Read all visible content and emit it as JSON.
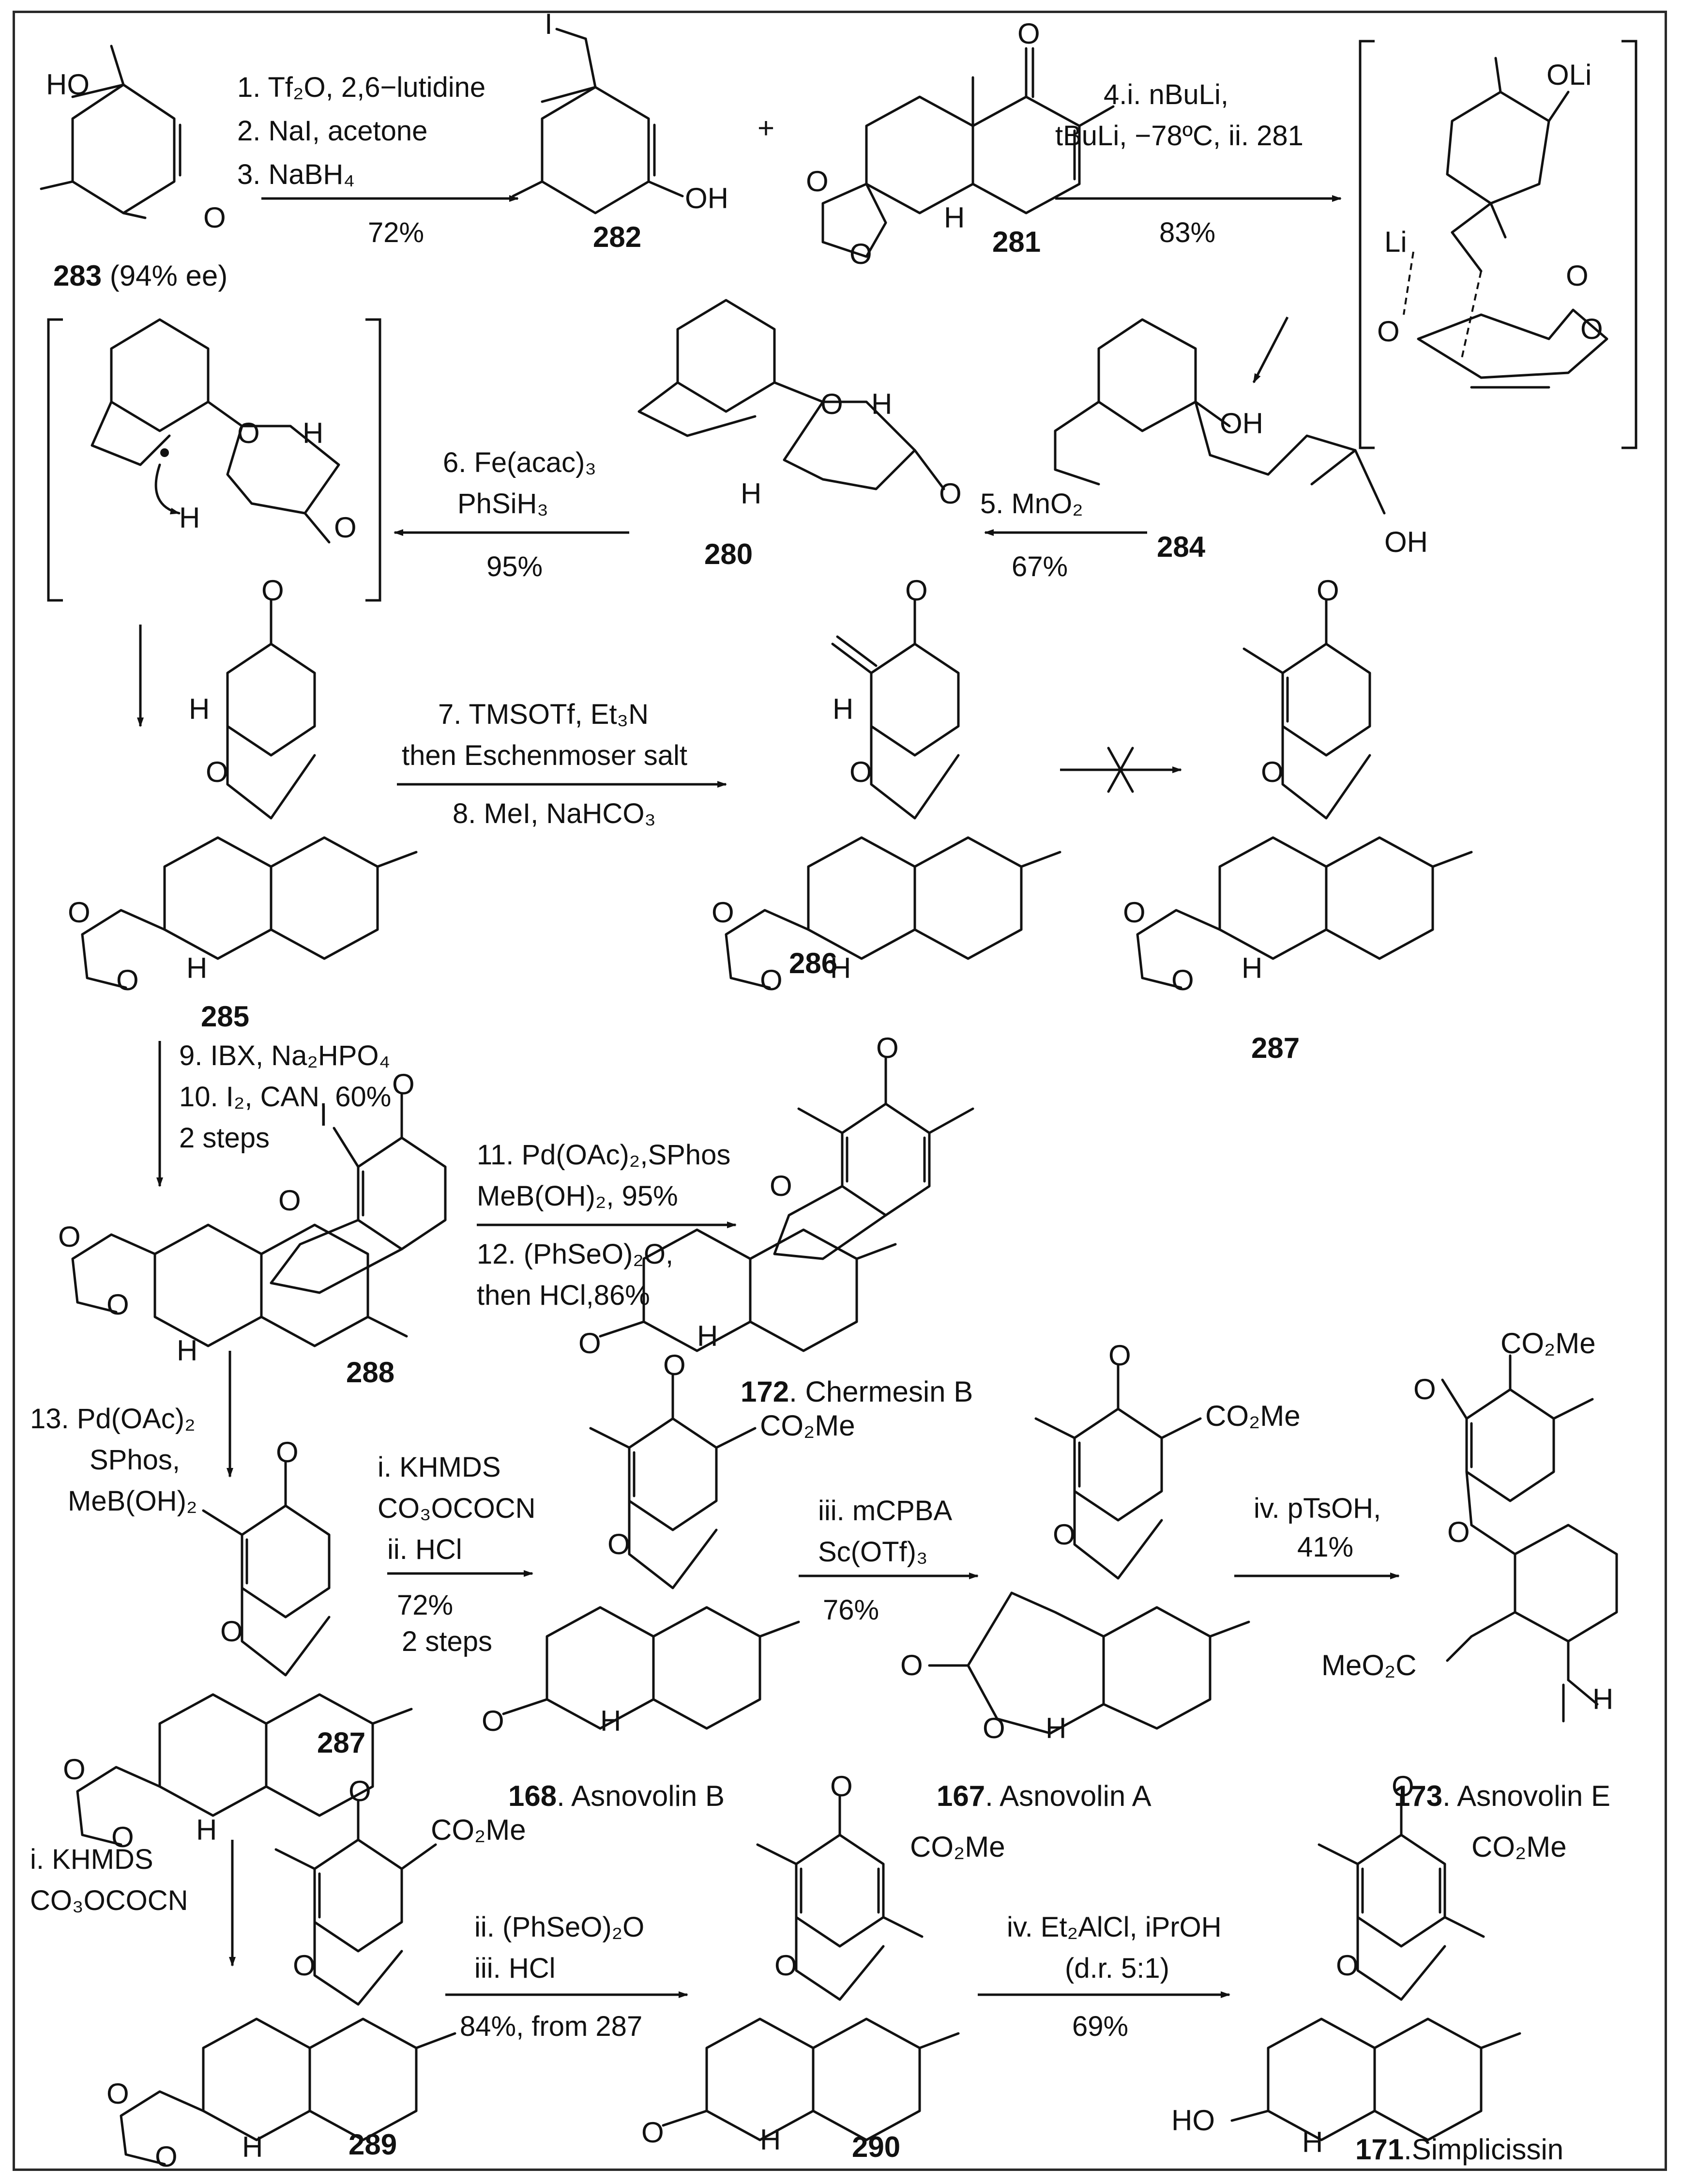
{
  "compounds": {
    "c283": {
      "label": "283",
      "extra": " (94% ee)"
    },
    "c282": {
      "label": "282"
    },
    "c281": {
      "label": "281"
    },
    "c284": {
      "label": "284"
    },
    "c280": {
      "label": "280"
    },
    "c285": {
      "label": "285"
    },
    "c286": {
      "label": "286"
    },
    "c287a": {
      "label": "287"
    },
    "c288": {
      "label": "288"
    },
    "c172": {
      "label": "172",
      "name": ". Chermesin B"
    },
    "c287b": {
      "label": "287"
    },
    "c168": {
      "label": "168",
      "name": ". Asnovolin B"
    },
    "c167": {
      "label": "167",
      "name": ". Asnovolin A"
    },
    "c173": {
      "label": "173",
      "name": ". Asnovolin E"
    },
    "c289": {
      "label": "289"
    },
    "c290": {
      "label": "290"
    },
    "c171": {
      "label": "171",
      "name": ".Simplicissin"
    }
  },
  "atoms": {
    "ho": "HO",
    "o": "O",
    "oh": "OH",
    "i": "I",
    "h": "H",
    "li": "Li",
    "oli": "OLi",
    "co2me": "CO₂Me",
    "meo2c": "MeO₂C",
    "plus": "+"
  },
  "steps": {
    "s1": [
      "1. Tf₂O, 2,6−lutidine",
      "2. NaI, acetone",
      "3. NaBH₄"
    ],
    "s1_yield": "72%",
    "s4": [
      "4.i. nBuLi,",
      "tBuLi, −78ºC, ii. 281"
    ],
    "s4_yield": "83%",
    "s5": "5. MnO₂",
    "s5_yield": "67%",
    "s6": [
      "6. Fe(acac)₃",
      "PhSiH₃"
    ],
    "s6_yield": "95%",
    "s78": [
      "7. TMSOTf, Et₃N",
      "then Eschenmoser salt",
      "8. MeI, NaHCO₃"
    ],
    "s910": [
      "9. IBX, Na₂HPO₄",
      "10. I₂, CAN, 60%",
      "2 steps"
    ],
    "s1112": [
      "11. Pd(OAc)₂,SPhos",
      "MeB(OH)₂, 95%",
      "12. (PhSeO)₂O,",
      "then HCl,86%"
    ],
    "s13": [
      "13. Pd(OAc)₂",
      "SPhos,",
      "MeB(OH)₂"
    ],
    "a_i": [
      "i. KHMDS",
      "CO₃OCOCN",
      "ii. HCl"
    ],
    "a_i_yield": [
      "72%",
      "2 steps"
    ],
    "a_iii": [
      "iii. mCPBA",
      "Sc(OTf)₃"
    ],
    "a_iii_yield": "76%",
    "a_iv": [
      "iv. pTsOH,",
      "41%"
    ],
    "b_i": [
      "i. KHMDS",
      "CO₃OCOCN"
    ],
    "b_ii": [
      "ii. (PhSeO)₂O",
      "iii. HCl"
    ],
    "b_ii_yield": "84%, from 287",
    "b_iv": [
      "iv. Et₂AlCl, iPrOH",
      "(d.r. 5:1)"
    ],
    "b_iv_yield": "69%"
  }
}
